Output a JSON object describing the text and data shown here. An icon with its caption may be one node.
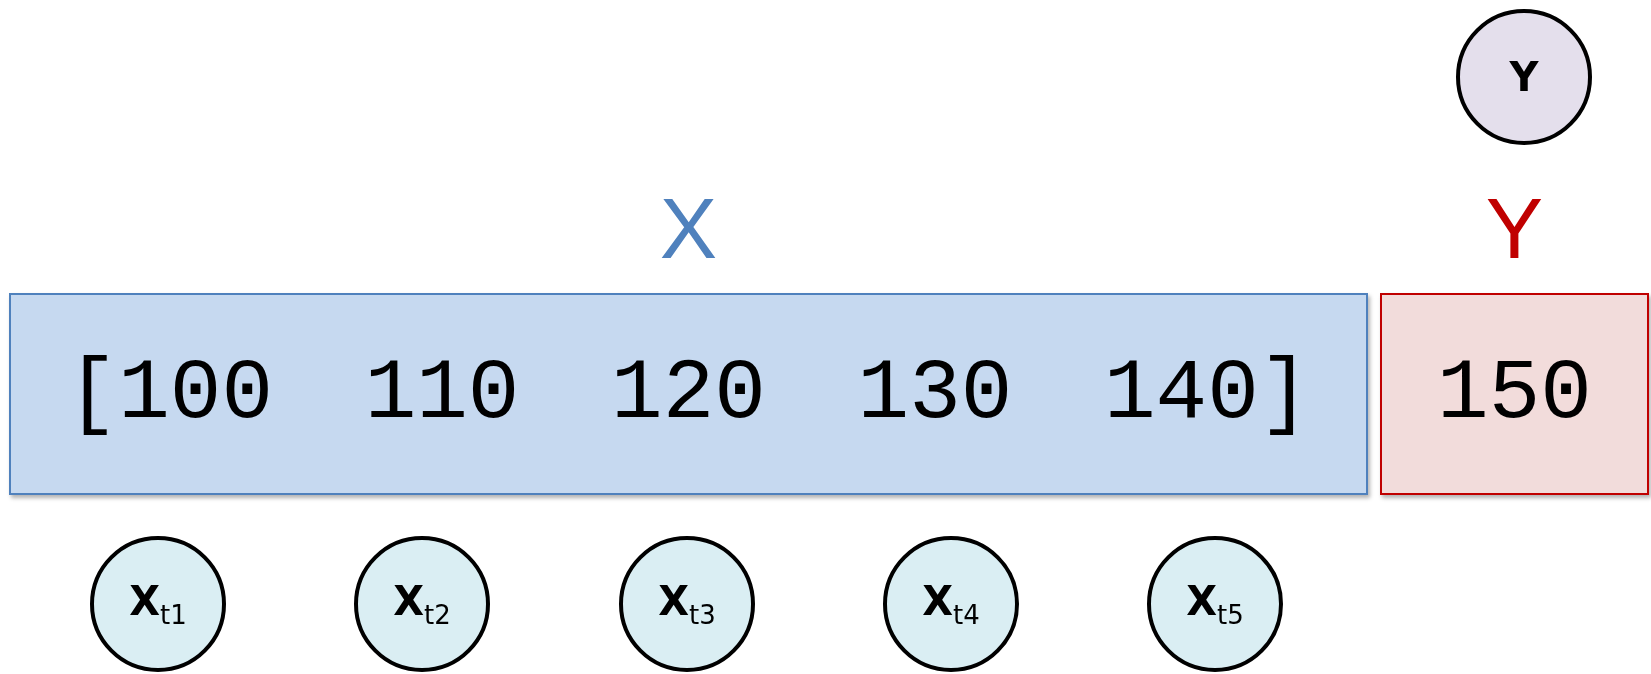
{
  "diagram": {
    "nodes": [
      {
        "text": [
          "Y"
        ]
      },
      {
        "text": [
          "X",
          "[100 110 120 130 140]"
        ]
      },
      {
        "text": [
          "Y",
          "150"
        ]
      },
      {
        "text": [
          "X$_{t1}$"
        ]
      },
      {
        "text": [
          "X$_{t2}$"
        ]
      },
      {
        "text": [
          "X$_{t3}$"
        ]
      },
      {
        "text": [
          "X$_{t4}$"
        ]
      },
      {
        "text": [
          "X$_{t5}$"
        ]
      }
    ],
    "edges": []
  }
}
